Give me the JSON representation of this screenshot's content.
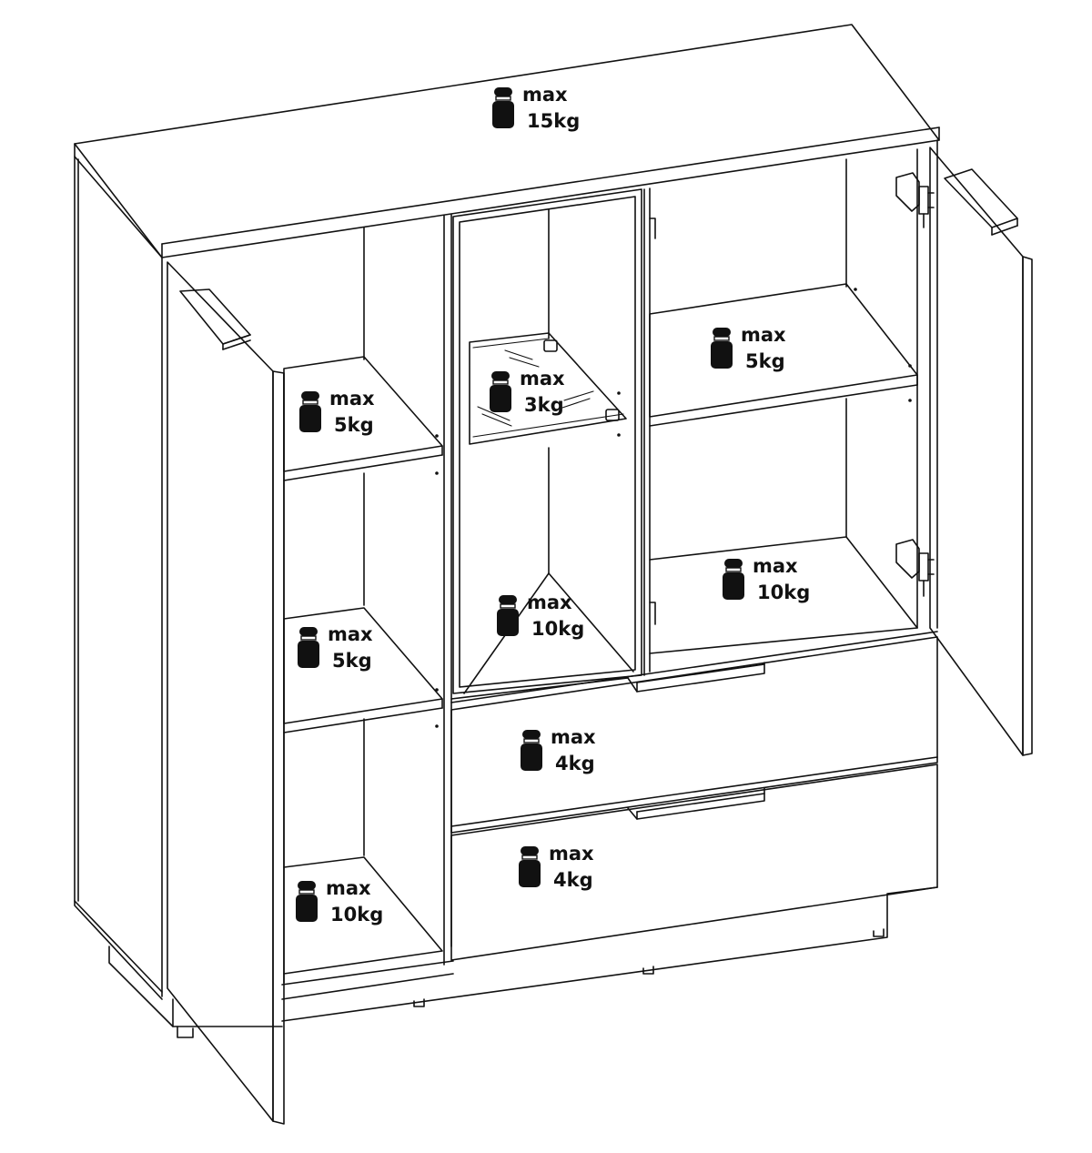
{
  "loads": [
    {
      "id": "top",
      "line1": "max",
      "line2": "15kg"
    },
    {
      "id": "left-upper-shelf",
      "line1": "max",
      "line2": "5kg"
    },
    {
      "id": "left-middle-shelf",
      "line1": "max",
      "line2": "5kg"
    },
    {
      "id": "left-bottom",
      "line1": "max",
      "line2": "10kg"
    },
    {
      "id": "glass-shelf",
      "line1": "max",
      "line2": "3kg"
    },
    {
      "id": "center-bottom",
      "line1": "max",
      "line2": "10kg"
    },
    {
      "id": "right-upper-shelf",
      "line1": "max",
      "line2": "5kg"
    },
    {
      "id": "right-bottom",
      "line1": "max",
      "line2": "10kg"
    },
    {
      "id": "drawer-upper",
      "line1": "max",
      "line2": "4kg"
    },
    {
      "id": "drawer-lower",
      "line1": "max",
      "line2": "4kg"
    }
  ],
  "colors": {
    "line": "#111111",
    "background": "#ffffff",
    "weight_icon": "#111111"
  },
  "icons": {
    "weight": "weight-icon"
  }
}
